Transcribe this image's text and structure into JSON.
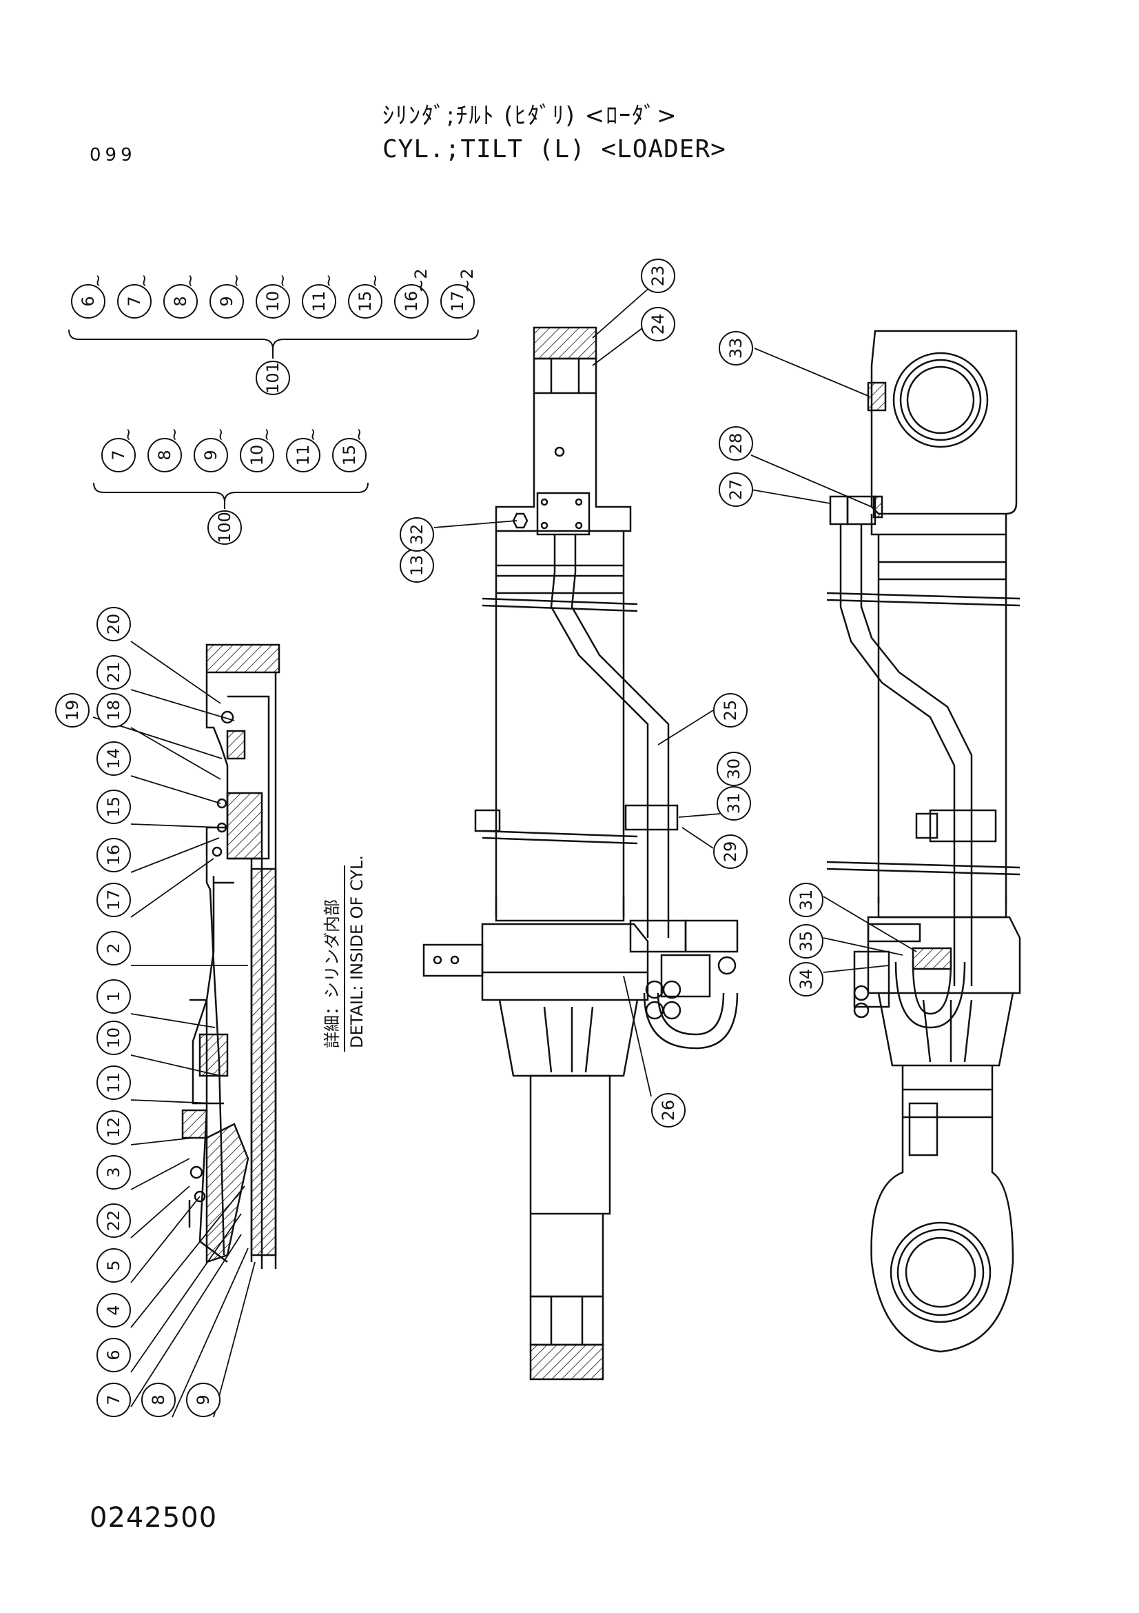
{
  "header": {
    "title_jp": "ｼﾘﾝﾀﾞ;ﾁﾙﾄ (ﾋﾀﾞﾘ) <ﾛｰﾀﾞ>",
    "title_en": "CYL.;TILT (L) <LOADER>",
    "page_number": "099"
  },
  "footer": {
    "document_number": "0242500"
  },
  "detail_label": {
    "jp": "詳細：シリンダ内部",
    "en": "DETAIL: INSIDE OF CYL."
  },
  "kit_101": {
    "label": "101",
    "items": [
      "6",
      "7",
      "8",
      "9",
      "10",
      "11",
      "15",
      "16",
      "17"
    ],
    "marks": [
      "~",
      "~",
      "~",
      "~",
      "~",
      "~",
      "~",
      "~2",
      "~2"
    ]
  },
  "kit_100": {
    "label": "100",
    "items": [
      "7",
      "8",
      "9",
      "10",
      "11",
      "15"
    ],
    "marks": [
      "~",
      "~",
      "~",
      "~",
      "~",
      "~"
    ]
  },
  "detail_callouts": [
    "20",
    "21",
    "19",
    "18",
    "14",
    "15",
    "16",
    "17",
    "2",
    "1",
    "10",
    "11",
    "12",
    "3",
    "22",
    "5",
    "4",
    "6",
    "7",
    "8",
    "9"
  ],
  "center_callouts": [
    "23",
    "24",
    "13",
    "32",
    "25",
    "30",
    "31",
    "29",
    "26"
  ],
  "right_callouts": [
    "33",
    "28",
    "27",
    "31",
    "35",
    "34"
  ]
}
